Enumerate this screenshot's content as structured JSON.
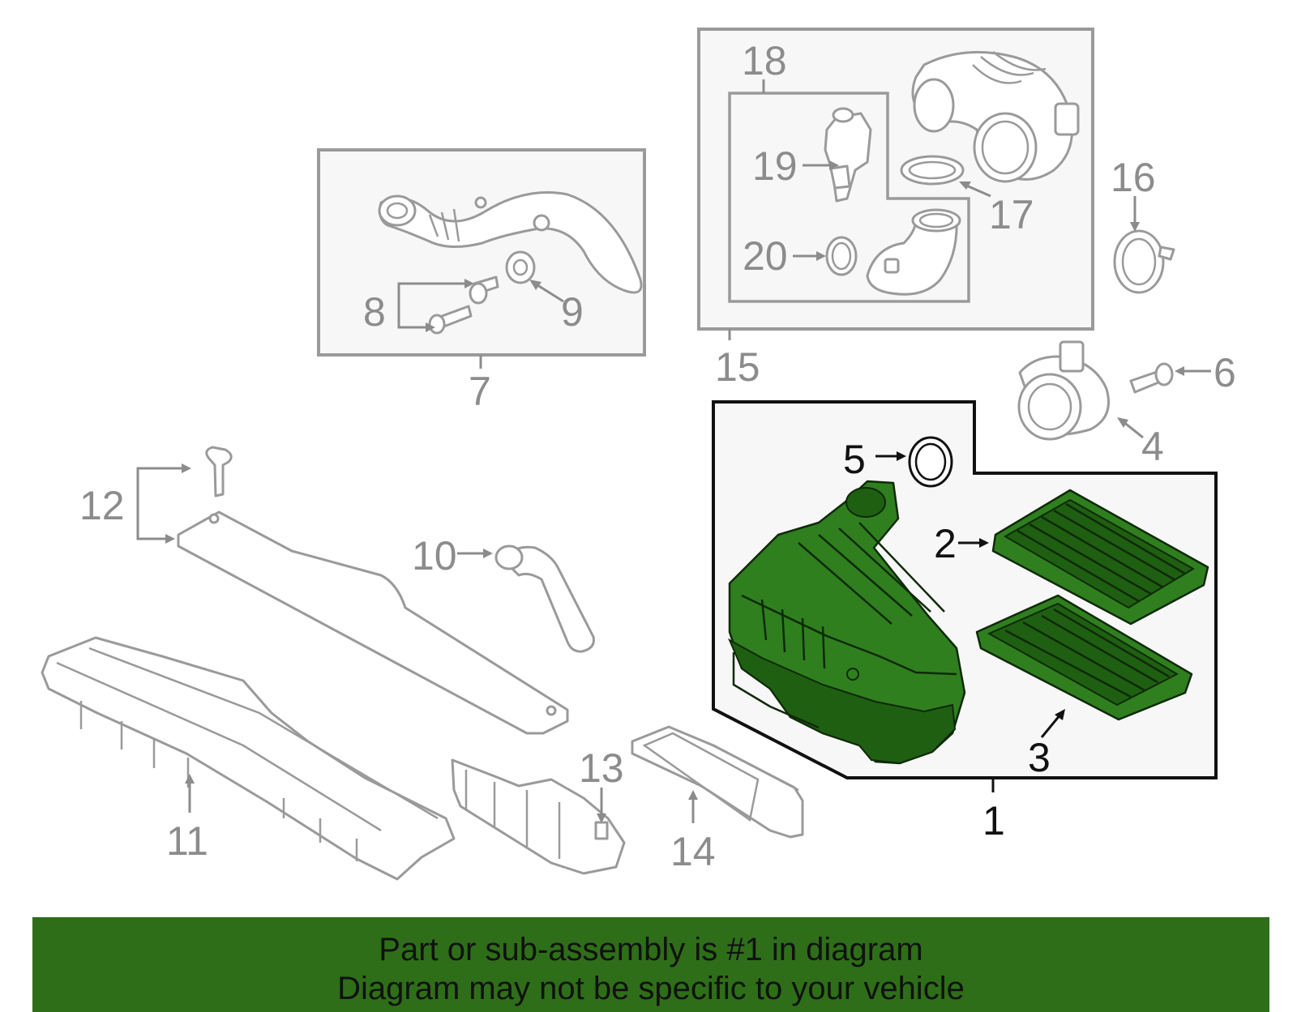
{
  "callouts": {
    "n1": "1",
    "n2": "2",
    "n3": "3",
    "n4": "4",
    "n5": "5",
    "n6": "6",
    "n7": "7",
    "n8": "8",
    "n9": "9",
    "n10": "10",
    "n11": "11",
    "n12": "12",
    "n13": "13",
    "n14": "14",
    "n15": "15",
    "n16": "16",
    "n17": "17",
    "n18": "18",
    "n19": "19",
    "n20": "20"
  },
  "banner": {
    "line1": "Part or sub-assembly is #1 in diagram",
    "line2": "Diagram may not be specific to your vehicle"
  },
  "colors": {
    "highlight": "#2f7f1f",
    "banner": "#2e6e18",
    "outline_grey": "#9a9a9a"
  }
}
